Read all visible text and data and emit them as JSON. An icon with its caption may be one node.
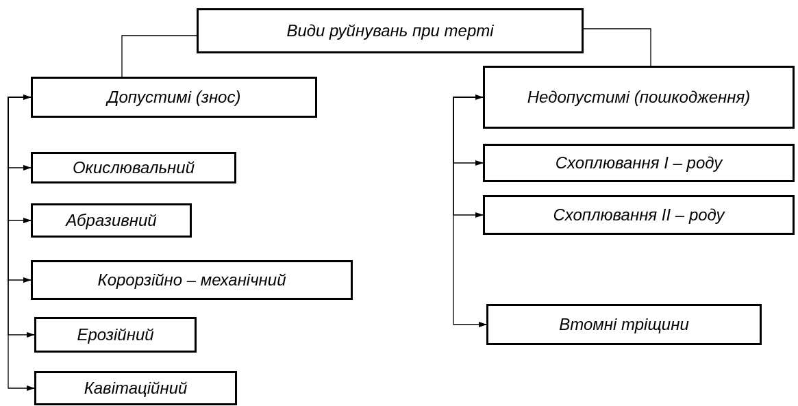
{
  "diagram": {
    "nodes": [
      {
        "text": [
          "Види руйнувань при терті"
        ]
      },
      {
        "text": [
          "Допустимі (знос)"
        ]
      },
      {
        "text": [
          "Окислювальний"
        ]
      },
      {
        "text": [
          "Абразивний"
        ]
      },
      {
        "text": [
          "Корорзійно – механічний"
        ]
      },
      {
        "text": [
          "Ерозійний"
        ]
      },
      {
        "text": [
          "Кавітаційний"
        ]
      },
      {
        "text": [
          "Недопустимі (пошкодження)"
        ]
      },
      {
        "text": [
          "Схоплювання I – роду"
        ]
      },
      {
        "text": [
          "Схоплювання II – роду"
        ]
      },
      {
        "text": [
          "Втомні тріщини"
        ]
      }
    ],
    "edges": [
      {
        "from": 0,
        "to": 1,
        "arrow": "none"
      },
      {
        "from": 0,
        "to": 7,
        "arrow": "none"
      },
      {
        "from": null,
        "to": 1,
        "arrow": "to"
      },
      {
        "from": 1,
        "to": 2,
        "arrow": "to"
      },
      {
        "from": 1,
        "to": 3,
        "arrow": "to"
      },
      {
        "from": 1,
        "to": 4,
        "arrow": "to"
      },
      {
        "from": 1,
        "to": 5,
        "arrow": "to"
      },
      {
        "from": 1,
        "to": 6,
        "arrow": "to"
      },
      {
        "from": null,
        "to": 7,
        "arrow": "to"
      },
      {
        "from": 7,
        "to": 8,
        "arrow": "to"
      },
      {
        "from": 7,
        "to": 9,
        "arrow": "to"
      },
      {
        "from": 7,
        "to": 10,
        "arrow": "to"
      }
    ]
  }
}
